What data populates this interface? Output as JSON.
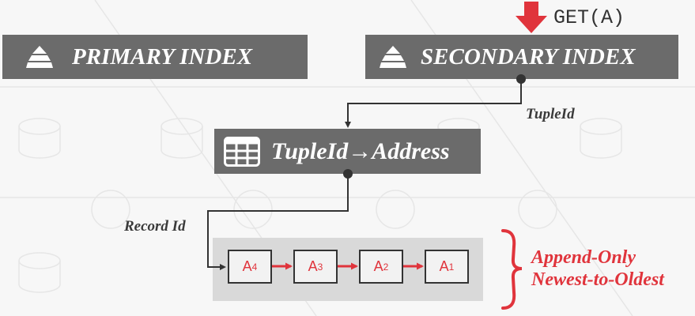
{
  "get_request": {
    "label": "GET(A)",
    "arrow_color": "#e0343c"
  },
  "primary_index": {
    "label": "PRIMARY INDEX",
    "icon": "pyramid-icon"
  },
  "secondary_index": {
    "label": "SECONDARY INDEX",
    "icon": "pyramid-icon"
  },
  "tuple_map": {
    "label": "TupleId→Address",
    "icon": "table-grid-icon"
  },
  "edge_labels": {
    "tuple_id": "TupleId",
    "record_id": "Record Id"
  },
  "version_chain": {
    "nodes": [
      {
        "base": "A",
        "sub": "4"
      },
      {
        "base": "A",
        "sub": "3"
      },
      {
        "base": "A",
        "sub": "2"
      },
      {
        "base": "A",
        "sub": "1"
      }
    ],
    "annotation": [
      "Append-Only",
      "Newest-to-Oldest"
    ],
    "accent_color": "#e0343c"
  },
  "colors": {
    "box": "#6b6b6b",
    "chain_background": "#d9d9d9",
    "accent": "#e0343c"
  }
}
